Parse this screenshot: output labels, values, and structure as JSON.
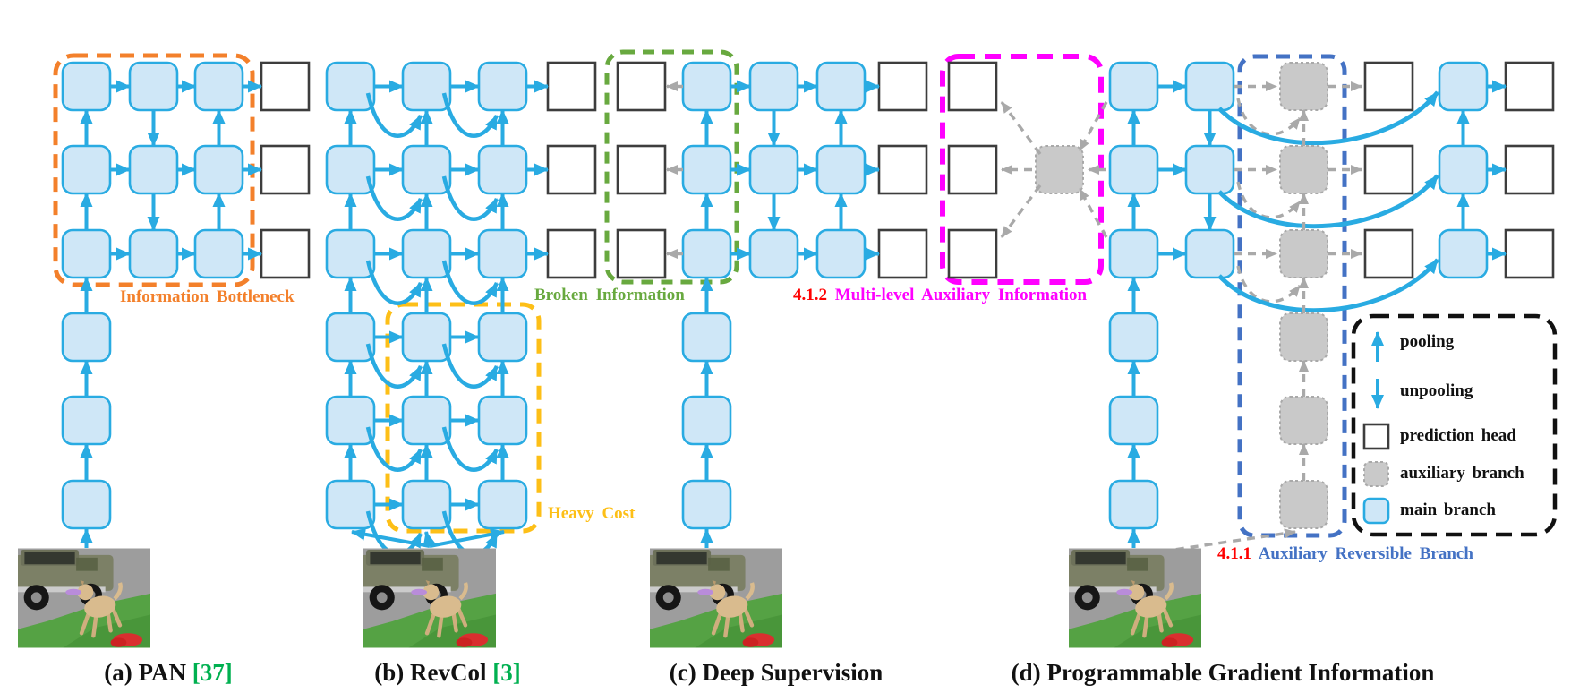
{
  "figure": {
    "panels": [
      {
        "id": "a",
        "caption": "(a) PAN",
        "ref": "[37]"
      },
      {
        "id": "b",
        "caption": "(b) RevCol",
        "ref": "[3]"
      },
      {
        "id": "c",
        "caption": "(c) Deep Supervision",
        "ref": ""
      },
      {
        "id": "d",
        "caption": "(d) Programmable Gradient Information",
        "ref": ""
      }
    ],
    "annotations": {
      "information_bottleneck": {
        "label": "Information Bottleneck",
        "color": "#f3802b"
      },
      "heavy_cost": {
        "label": "Heavy Cost",
        "color": "#fdbf17"
      },
      "broken_information": {
        "label": "Broken Information",
        "color": "#68a93f"
      },
      "multi_level": {
        "number": "4.1.2",
        "label": "Multi-level Auxiliary Information",
        "number_color": "#ff0000",
        "color": "#ff00ff"
      },
      "aux_reversible": {
        "number": "4.1.1",
        "label": "Auxiliary Reversible Branch",
        "number_color": "#ff0000",
        "color": "#4472c4"
      }
    },
    "legend": {
      "items": [
        {
          "label": "pooling",
          "swatch": "blue-up-arrow"
        },
        {
          "label": "unpooling",
          "swatch": "blue-down-arrow"
        },
        {
          "label": "prediction head",
          "swatch": "white-box"
        },
        {
          "label": "auxiliary branch",
          "swatch": "gray-dashed-box"
        },
        {
          "label": "main branch",
          "swatch": "blue-box"
        }
      ]
    },
    "photo_alt": "dog with frisbee standing on grass in front of a jeep",
    "colors": {
      "main_branch_fill": "#cfe7f7",
      "main_branch_border": "#29abe2",
      "arrow_blue": "#29abe2",
      "aux_gray": "#c9c9c9",
      "gray_arrow": "#a9a9a9",
      "prediction_border": "#3d3d3d",
      "reference_green": "#00b050"
    }
  }
}
